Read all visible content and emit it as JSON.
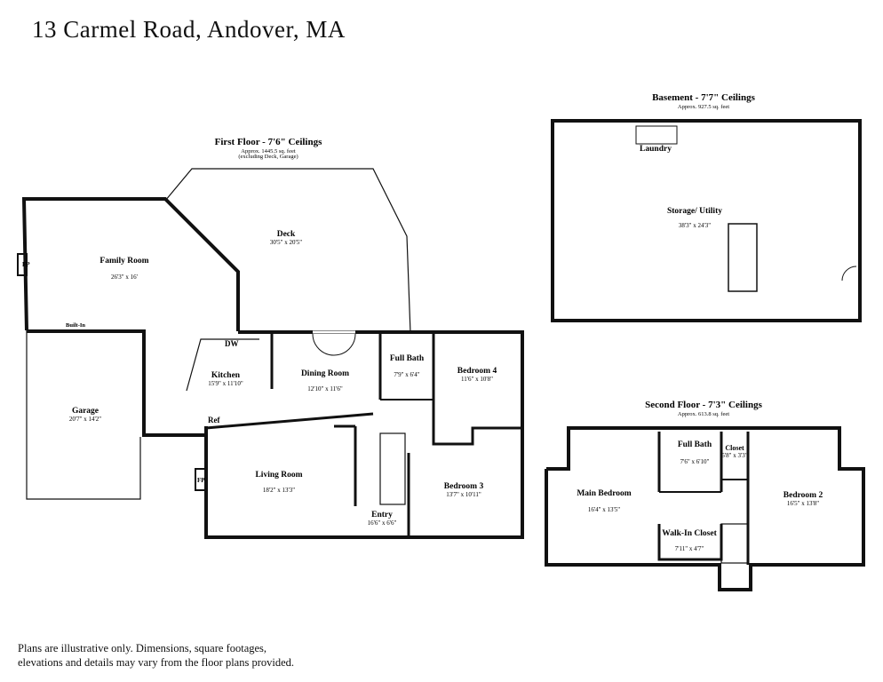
{
  "title": "13 Carmel Road, Andover, MA",
  "disclaimer_line1": "Plans are illustrative only. Dimensions, square footages,",
  "disclaimer_line2": "elevations and details may vary from the floor plans provided.",
  "first_floor": {
    "title": "First Floor - 7'6\" Ceilings",
    "area": "Approx. 1445.5 sq. feet",
    "note": "(excluding Deck, Garage)",
    "rooms": {
      "family_room": {
        "name": "Family Room",
        "dims": "26'3\" x 16'"
      },
      "deck": {
        "name": "Deck",
        "dims": "30'5\" x 20'5\""
      },
      "garage": {
        "name": "Garage",
        "dims": "20'7\" x 14'2\""
      },
      "kitchen": {
        "name": "Kitchen",
        "dims": "15'9\" x 11'10\""
      },
      "dining_room": {
        "name": "Dining Room",
        "dims": "12'10\" x 11'6\""
      },
      "full_bath": {
        "name": "Full Bath",
        "dims": "7'9\" x 6'4\""
      },
      "bedroom_4": {
        "name": "Bedroom 4",
        "dims": "11'6\" x 10'8\""
      },
      "living_room": {
        "name": "Living Room",
        "dims": "18'2\" x 13'3\""
      },
      "bedroom_3": {
        "name": "Bedroom 3",
        "dims": "13'7\" x 10'11\""
      },
      "entry": {
        "name": "Entry",
        "dims": "16'6\" x 6'6\""
      }
    },
    "labels": {
      "fp1": "FP",
      "fp2": "FP",
      "built_in": "Built-In",
      "dw": "DW",
      "ref": "Ref"
    }
  },
  "basement": {
    "title": "Basement - 7'7\" Ceilings",
    "area": "Approx. 927.5 sq. feet",
    "rooms": {
      "laundry": {
        "name": "Laundry"
      },
      "storage": {
        "name": "Storage/ Utility",
        "dims": "38'3\" x 24'3\""
      }
    }
  },
  "second_floor": {
    "title": "Second Floor - 7'3\" Ceilings",
    "area": "Approx. 613.8 sq. feet",
    "rooms": {
      "main_bedroom": {
        "name": "Main Bedroom",
        "dims": "16'4\" x 13'5\""
      },
      "full_bath": {
        "name": "Full Bath",
        "dims": "7'6\" x 6'10\""
      },
      "closet": {
        "name": "Closet",
        "dims": "5'8\" x 3'3\""
      },
      "bedroom_2": {
        "name": "Bedroom 2",
        "dims": "16'5\" x 13'8\""
      },
      "walk_in_closet": {
        "name": "Walk-In Closet",
        "dims": "7'11\" x 4'7\""
      }
    }
  }
}
